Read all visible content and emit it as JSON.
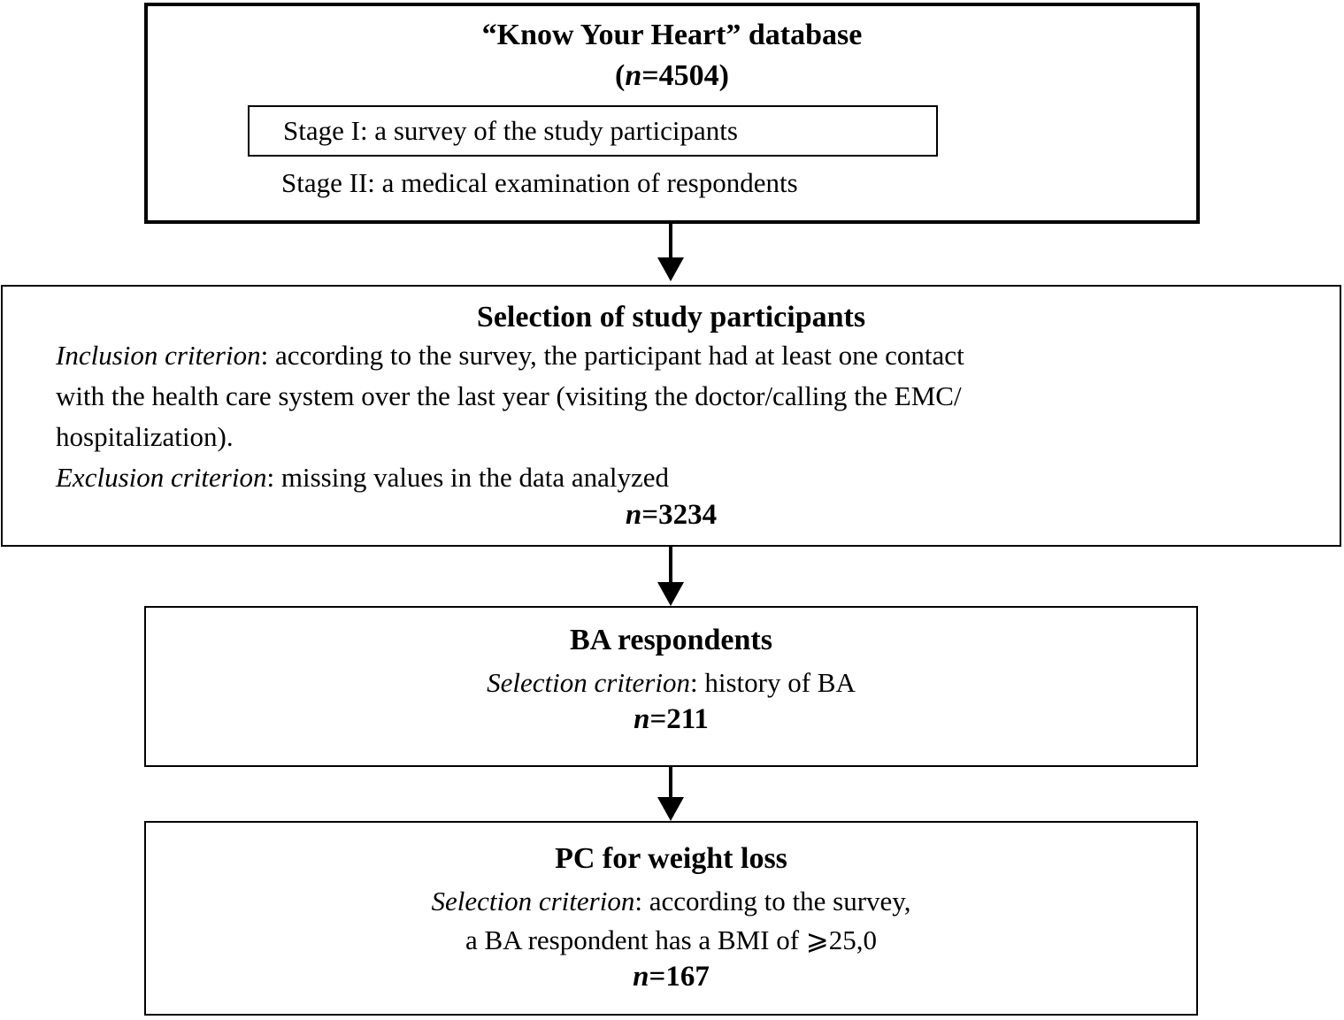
{
  "colors": {
    "ink": "#000000",
    "background": "#ffffff"
  },
  "boxes": {
    "database": {
      "title": "“Know Your Heart” database",
      "n_open": "(",
      "n_var": "n",
      "n_rest": "=4504)",
      "stage1": "Stage I: a survey of the study participants",
      "stage2": "Stage II: a medical examination of respondents"
    },
    "selection": {
      "title": "Selection of study participants",
      "inclusion_label": "Inclusion criterion",
      "inclusion_rest": ": according to the survey, the participant had at least one contact",
      "line2": "with the health care system over the last year (visiting the doctor/calling the EMC/",
      "line3": "hospitalization).",
      "exclusion_label": "Exclusion criterion",
      "exclusion_rest": ": missing values in the data analyzed",
      "n_var": "n",
      "n_rest": "=3234"
    },
    "ba": {
      "title": "BA respondents",
      "criterion_label": "Selection criterion",
      "criterion_rest": ": history of BA",
      "n_var": "n",
      "n_rest": "=211"
    },
    "pc": {
      "title": "PC for weight loss",
      "criterion_label": "Selection criterion",
      "criterion_rest": ": according to the survey,",
      "line2": "a BA respondent has a BMI of ⩾25,0",
      "n_var": "n",
      "n_rest": "=167"
    }
  }
}
